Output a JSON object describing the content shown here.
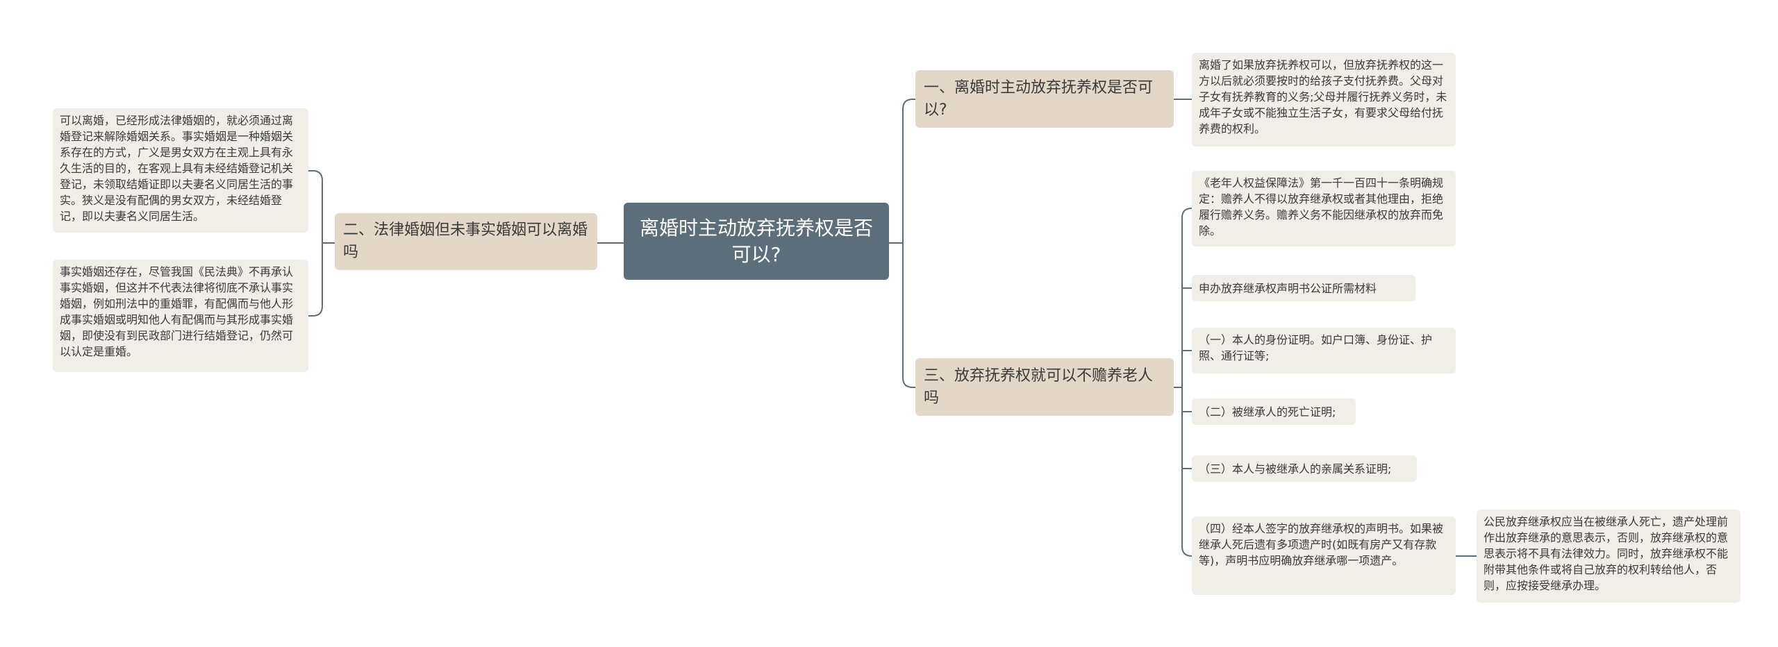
{
  "root": {
    "label": "离婚时主动放弃抚养权是否可以?"
  },
  "branches": {
    "b1": {
      "label": "一、离婚时主动放弃抚养权是否可以?",
      "leaves": [
        "离婚了如果放弃抚养权可以，但放弃抚养权的这一方以后就必须要按时的给孩子支付抚养费。父母对子女有抚养教育的义务;父母并履行抚养义务时，未成年子女或不能独立生活子女，有要求父母给付抚养费的权利。"
      ]
    },
    "b2": {
      "label": "二、法律婚姻但未事实婚姻可以离婚吗",
      "leaves": [
        "可以离婚，已经形成法律婚姻的，就必须通过离婚登记来解除婚姻关系。事实婚姻是一种婚姻关系存在的方式，广义是男女双方在主观上具有永久生活的目的，在客观上具有未经结婚登记机关登记，未领取结婚证即以夫妻名义同居生活的事实。狭义是没有配偶的男女双方，未经结婚登记，即以夫妻名义同居生活。",
        "事实婚姻还存在，尽管我国《民法典》不再承认事实婚姻，但这并不代表法律将彻底不承认事实婚姻，例如刑法中的重婚罪，有配偶而与他人形成事实婚姻或明知他人有配偶而与其形成事实婚姻，即使没有到民政部门进行结婚登记，仍然可以认定是重婚。"
      ]
    },
    "b3": {
      "label": "三、放弃抚养权就可以不赡养老人吗",
      "leaves": [
        "《老年人权益保障法》第一千一百四十一条明确规定：赡养人不得以放弃继承权或者其他理由，拒绝履行赡养义务。赡养义务不能因继承权的放弃而免除。",
        "申办放弃继承权声明书公证所需材料",
        "（一）本人的身份证明。如户口簿、身份证、护照、通行证等;",
        "（二）被继承人的死亡证明;",
        "（三）本人与被继承人的亲属关系证明;",
        "（四）经本人签字的放弃继承权的声明书。如果被继承人死后遗有多项遗产时(如既有房产又有存款等)，声明书应明确放弃继承哪一项遗产。"
      ],
      "sub": "公民放弃继承权应当在被继承人死亡，遗产处理前作出放弃继承的意思表示，否则，放弃继承权的意思表示将不具有法律效力。同时，放弃继承权不能附带其他条件或将自己放弃的权利转给他人，否则，应按接受继承办理。"
    }
  },
  "colors": {
    "root_bg": "#5d6e7b",
    "branch_bg": "#e3d8c8",
    "leaf_bg": "#f1eee8",
    "line": "#5d6e7b"
  }
}
